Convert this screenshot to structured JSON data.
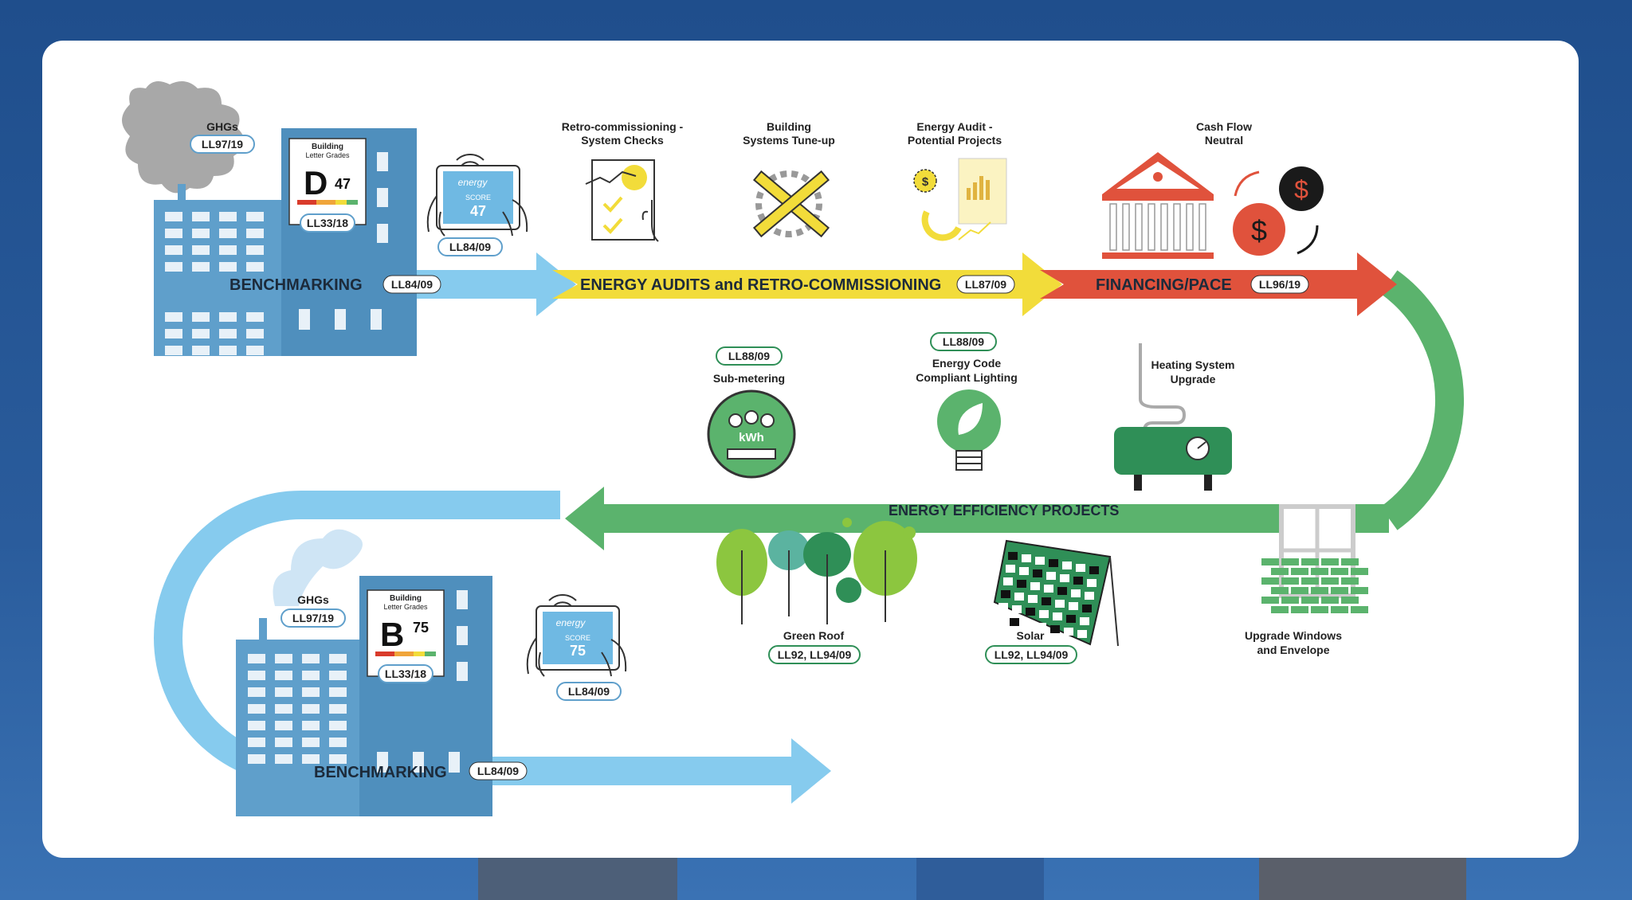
{
  "colors": {
    "benchmark_blue": "#86cbee",
    "audit_yellow": "#f2dc3a",
    "finance_red": "#e0523c",
    "efficiency_green": "#5bb36d",
    "building_blue": "#5f9fcb",
    "dark_green": "#2f8f57"
  },
  "top": {
    "ghg_label": "GHGs",
    "ghg_law": "LL97/19",
    "grade_title_1": "Building",
    "grade_title_2": "Letter Grades",
    "grade_letter": "D",
    "grade_score": "47",
    "grade_law": "LL33/18",
    "energy_star_text": "energy",
    "energy_star_score_label": "SCORE",
    "energy_star_score": "47",
    "energy_star_law": "LL84/09",
    "benchmarking_label": "BENCHMARKING",
    "benchmarking_law": "LL84/09",
    "retro_title_1": "Retro-commissioning -",
    "retro_title_2": "System Checks",
    "tuneup_title_1": "Building",
    "tuneup_title_2": "Systems Tune-up",
    "audit_title_1": "Energy Audit -",
    "audit_title_2": "Potential Projects",
    "audits_label": "ENERGY AUDITS and RETRO-COMMISSIONING",
    "audits_law": "LL87/09",
    "cashflow_title_1": "Cash Flow",
    "cashflow_title_2": "Neutral",
    "financing_label": "FINANCING/PACE",
    "financing_law": "LL96/19"
  },
  "middle": {
    "submeter_law": "LL88/09",
    "submeter_label": "Sub-metering",
    "kwh": "kWh",
    "lighting_law": "LL88/09",
    "lighting_label_1": "Energy Code",
    "lighting_label_2": "Compliant Lighting",
    "heating_label_1": "Heating System",
    "heating_label_2": "Upgrade",
    "efficiency_label": "ENERGY EFFICIENCY PROJECTS",
    "green_roof_label": "Green Roof",
    "green_roof_law": "LL92, LL94/09",
    "solar_label": "Solar",
    "solar_law": "LL92, LL94/09",
    "windows_label_1": "Upgrade Windows",
    "windows_label_2": "and Envelope"
  },
  "bottom": {
    "ghg_label": "GHGs",
    "ghg_law": "LL97/19",
    "grade_title_1": "Building",
    "grade_title_2": "Letter Grades",
    "grade_letter": "B",
    "grade_score": "75",
    "grade_law": "LL33/18",
    "energy_star_text": "energy",
    "energy_star_score_label": "SCORE",
    "energy_star_score": "75",
    "energy_star_law": "LL84/09",
    "benchmarking_label": "BENCHMARKING",
    "benchmarking_law": "LL84/09"
  }
}
